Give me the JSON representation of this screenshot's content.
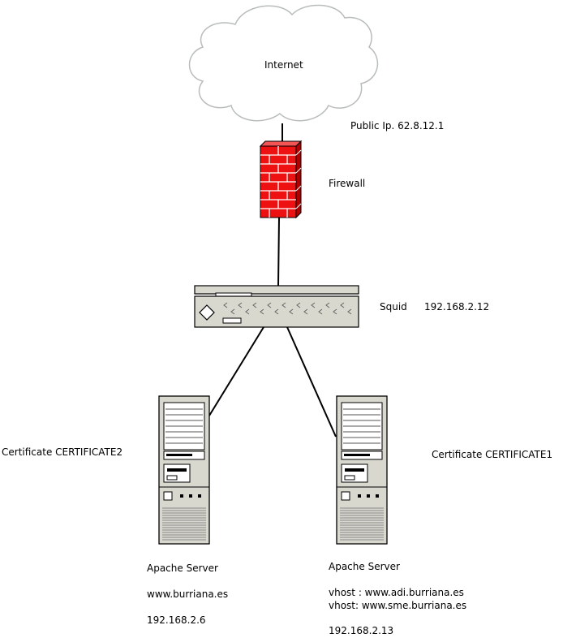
{
  "internet": {
    "label": "Internet"
  },
  "public_ip": {
    "label": "Public Ip. 62.8.12.1"
  },
  "firewall": {
    "label": "Firewall"
  },
  "squid": {
    "label": "Squid",
    "ip": "192.168.2.12"
  },
  "server_left": {
    "certificate": "Certificate CERTIFICATE2",
    "title": "Apache Server",
    "host": "www.burriana.es",
    "ip": "192.168.2.6"
  },
  "server_right": {
    "certificate": "Certificate CERTIFICATE1",
    "title": "Apache Server",
    "vhost1": "vhost : www.adi.burriana.es",
    "vhost2": "vhost:  www.sme.burriana.es",
    "ip": "192.168.2.13"
  },
  "colors": {
    "cloud_stroke": "#b8bcbc",
    "firewall_red": "#ee1111",
    "device_fill": "#d8d8cf",
    "line": "#000000"
  }
}
